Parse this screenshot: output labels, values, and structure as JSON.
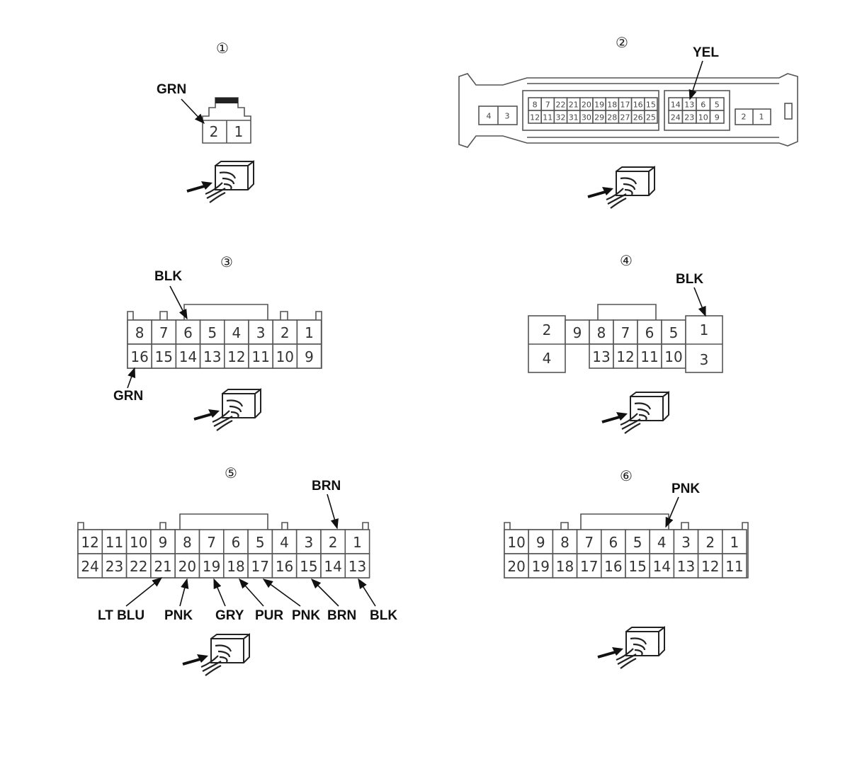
{
  "connectors": [
    {
      "number": "①",
      "pins": {
        "top": [
          "2",
          "1"
        ]
      },
      "wire_labels": [
        {
          "text": "GRN",
          "pin": "2"
        }
      ]
    },
    {
      "number": "②",
      "pins": {
        "left_outer": [
          "4",
          "3"
        ],
        "main_top": [
          "8",
          "7",
          "22",
          "21",
          "20",
          "19",
          "18",
          "17",
          "16",
          "15"
        ],
        "main_bottom": [
          "12",
          "11",
          "32",
          "31",
          "30",
          "29",
          "28",
          "27",
          "26",
          "25"
        ],
        "mid_top": [
          "14",
          "13",
          "6",
          "5"
        ],
        "mid_bottom": [
          "24",
          "23",
          "10",
          "9"
        ],
        "right_outer": [
          "2",
          "1"
        ]
      },
      "wire_labels": [
        {
          "text": "YEL",
          "pin": "13"
        }
      ]
    },
    {
      "number": "③",
      "pins": {
        "top": [
          "8",
          "7",
          "6",
          "5",
          "4",
          "3",
          "2",
          "1"
        ],
        "bottom": [
          "16",
          "15",
          "14",
          "13",
          "12",
          "11",
          "10",
          "9"
        ]
      },
      "wire_labels": [
        {
          "text": "BLK",
          "pin": "6"
        },
        {
          "text": "GRN",
          "pin": "16"
        }
      ]
    },
    {
      "number": "④",
      "pins": {
        "left_big": [
          "2",
          "4"
        ],
        "top": [
          "9",
          "8",
          "7",
          "6",
          "5"
        ],
        "bottom": [
          "13",
          "12",
          "11",
          "10"
        ],
        "right_big": [
          "1",
          "3"
        ]
      },
      "wire_labels": [
        {
          "text": "BLK",
          "pin": "1"
        }
      ]
    },
    {
      "number": "⑤",
      "pins": {
        "top": [
          "12",
          "11",
          "10",
          "9",
          "8",
          "7",
          "6",
          "5",
          "4",
          "3",
          "2",
          "1"
        ],
        "bottom": [
          "24",
          "23",
          "22",
          "21",
          "20",
          "19",
          "18",
          "17",
          "16",
          "15",
          "14",
          "13"
        ]
      },
      "wire_labels": [
        {
          "text": "BRN",
          "pin": "2"
        },
        {
          "text": "LT BLU",
          "pin": "21"
        },
        {
          "text": "PNK",
          "pin": "20"
        },
        {
          "text": "GRY",
          "pin": "19"
        },
        {
          "text": "PUR",
          "pin": "18"
        },
        {
          "text": "PNK",
          "pin": "17"
        },
        {
          "text": "BRN",
          "pin": "15"
        },
        {
          "text": "BLK",
          "pin": "13"
        }
      ]
    },
    {
      "number": "⑥",
      "pins": {
        "top": [
          "10",
          "9",
          "8",
          "7",
          "6",
          "5",
          "4",
          "3",
          "2",
          "1"
        ],
        "bottom": [
          "20",
          "19",
          "18",
          "17",
          "16",
          "15",
          "14",
          "13",
          "12",
          "11"
        ]
      },
      "wire_labels": [
        {
          "text": "PNK",
          "pin": "4"
        }
      ]
    }
  ],
  "colors": {
    "outline": "#555555",
    "text": "#222222",
    "background": "#ffffff"
  }
}
